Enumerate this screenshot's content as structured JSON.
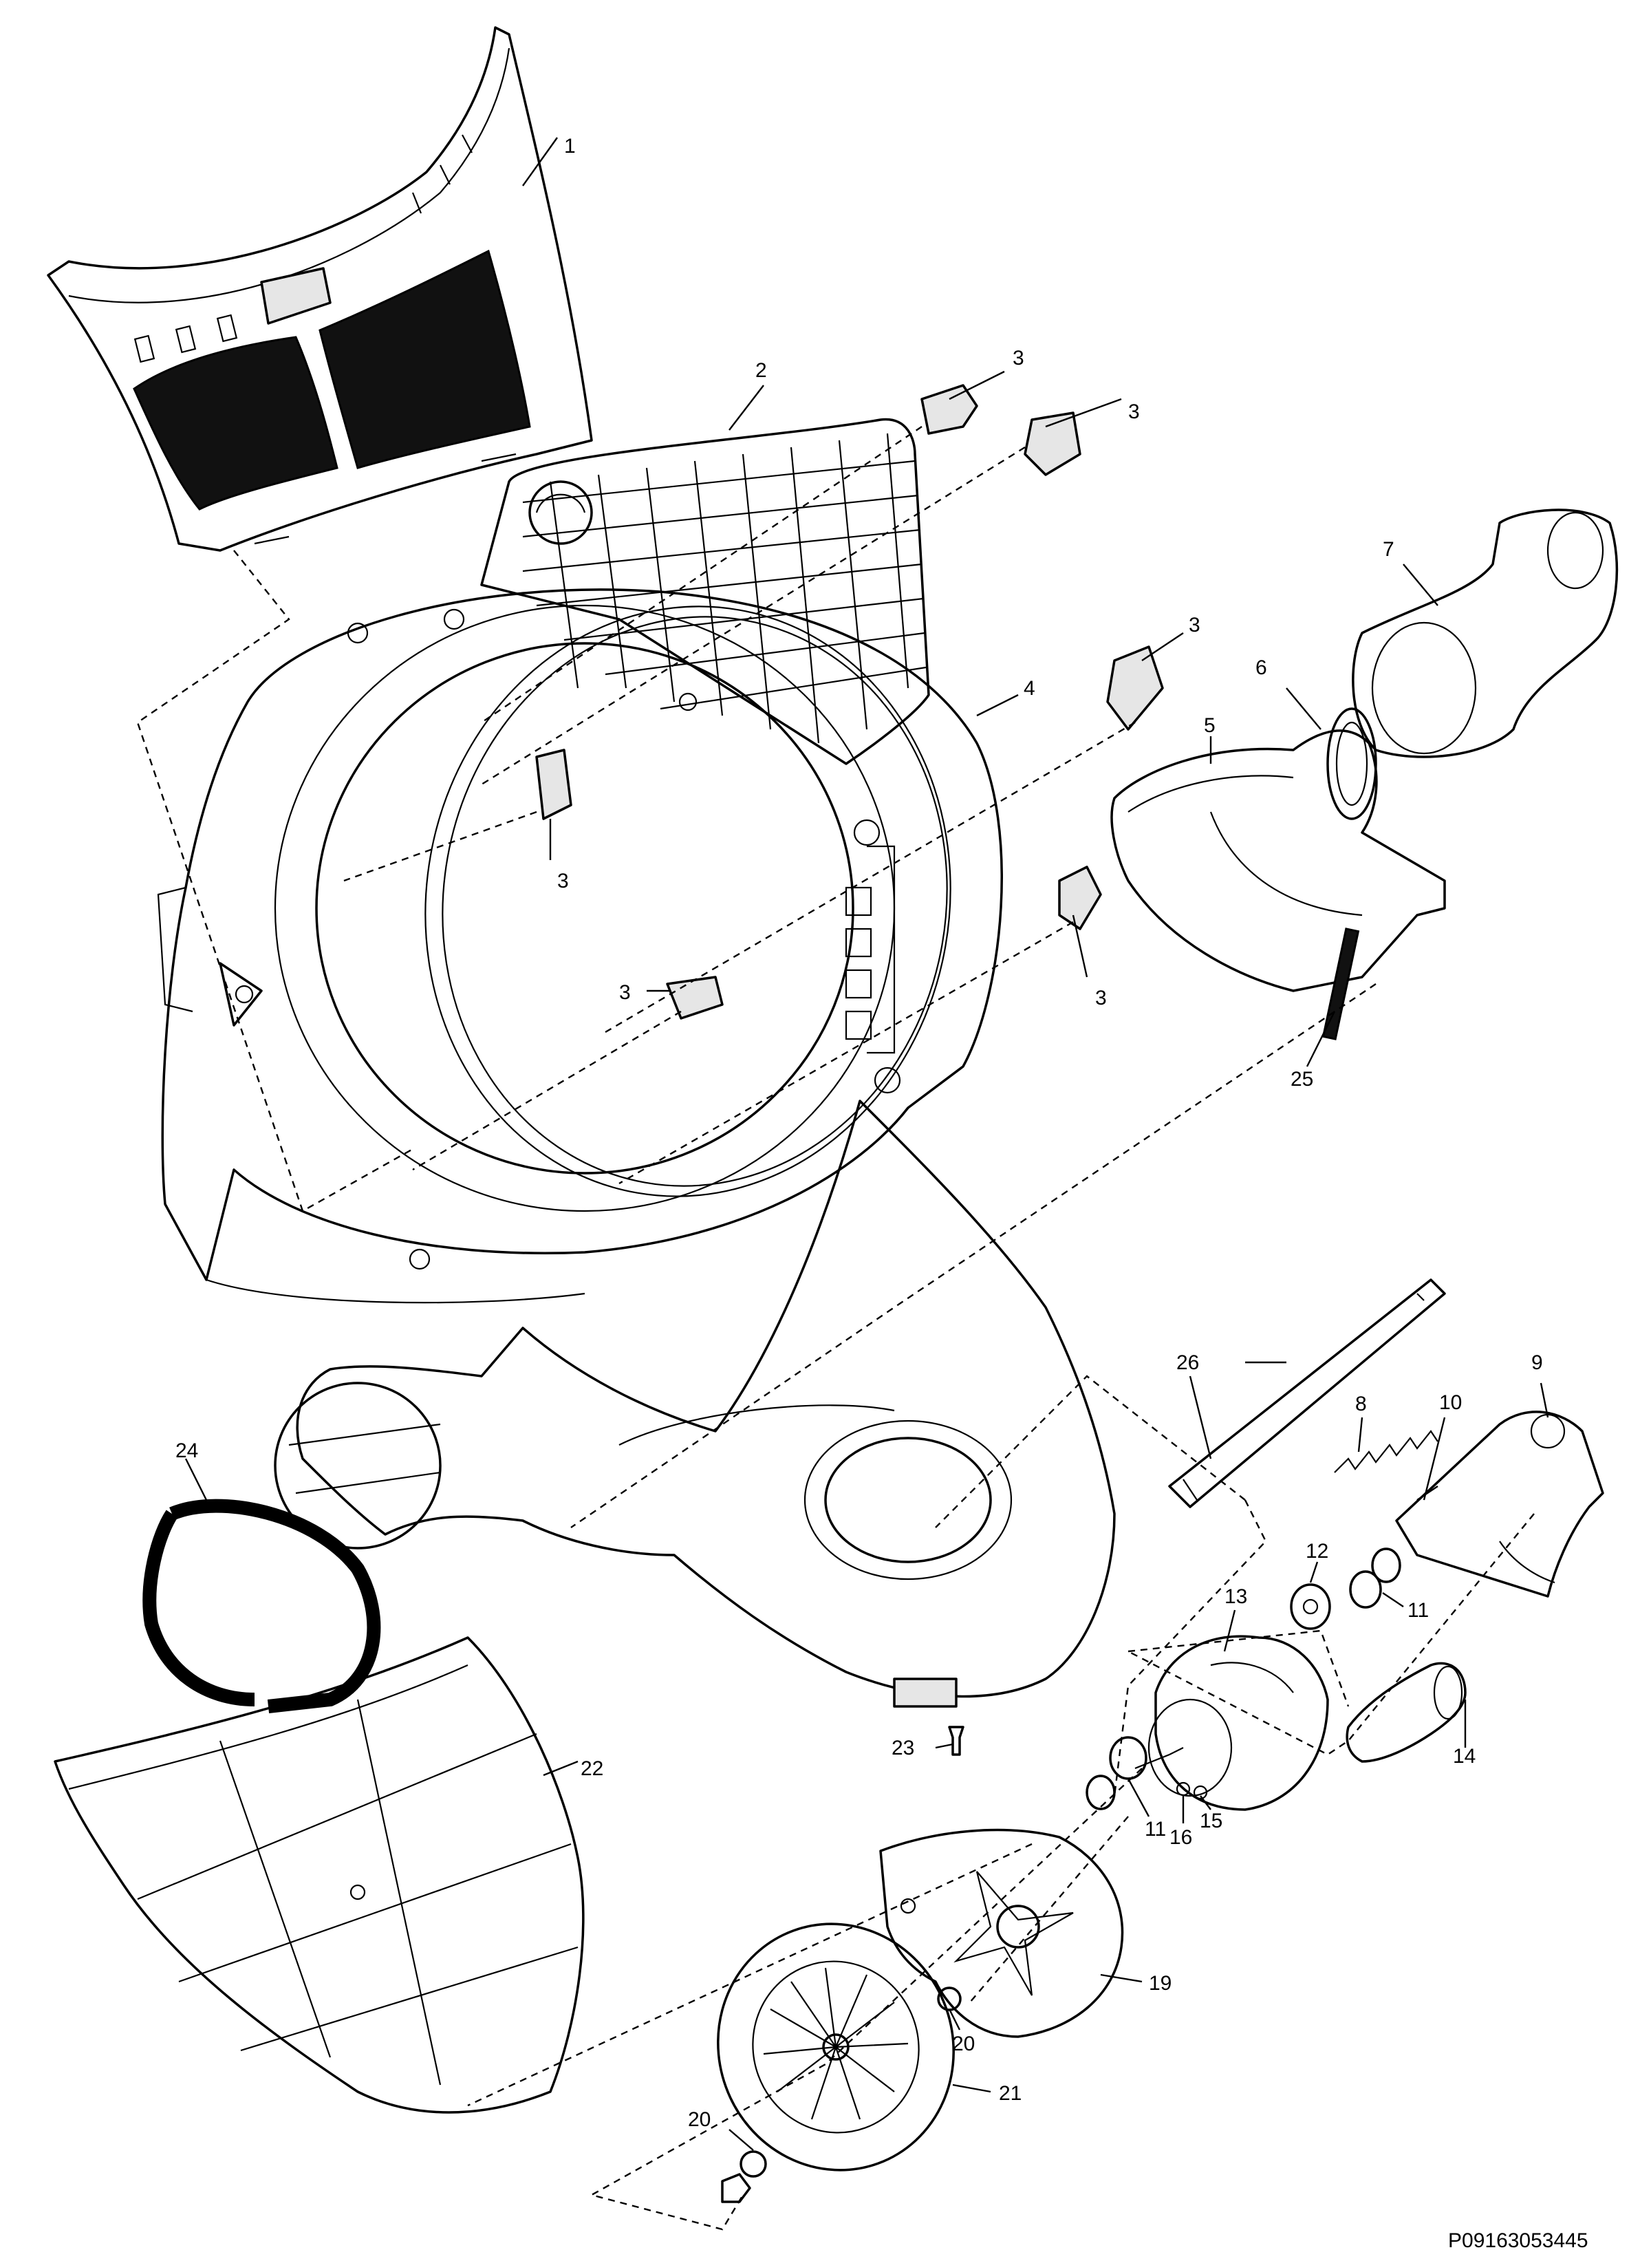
{
  "callouts": [
    {
      "id": "c1",
      "text": "1"
    },
    {
      "id": "c2",
      "text": "2"
    },
    {
      "id": "c3a",
      "text": "3"
    },
    {
      "id": "c3b",
      "text": "3"
    },
    {
      "id": "c3c",
      "text": "3"
    },
    {
      "id": "c3d",
      "text": "3"
    },
    {
      "id": "c3e",
      "text": "3"
    },
    {
      "id": "c3f",
      "text": "3"
    },
    {
      "id": "c4",
      "text": "4"
    },
    {
      "id": "c5",
      "text": "5"
    },
    {
      "id": "c6",
      "text": "6"
    },
    {
      "id": "c7",
      "text": "7"
    },
    {
      "id": "c8",
      "text": "8"
    },
    {
      "id": "c9",
      "text": "9"
    },
    {
      "id": "c10",
      "text": "10"
    },
    {
      "id": "c11a",
      "text": "11"
    },
    {
      "id": "c11b",
      "text": "11"
    },
    {
      "id": "c12",
      "text": "12"
    },
    {
      "id": "c13",
      "text": "13"
    },
    {
      "id": "c14",
      "text": "14"
    },
    {
      "id": "c15",
      "text": "15"
    },
    {
      "id": "c16",
      "text": "16"
    },
    {
      "id": "c19",
      "text": "19"
    },
    {
      "id": "c20a",
      "text": "20"
    },
    {
      "id": "c20b",
      "text": "20"
    },
    {
      "id": "c21",
      "text": "21"
    },
    {
      "id": "c22",
      "text": "22"
    },
    {
      "id": "c23",
      "text": "23"
    },
    {
      "id": "c24",
      "text": "24"
    },
    {
      "id": "c25",
      "text": "25"
    },
    {
      "id": "c26",
      "text": "26"
    }
  ],
  "drawing_code": "P09163053445"
}
